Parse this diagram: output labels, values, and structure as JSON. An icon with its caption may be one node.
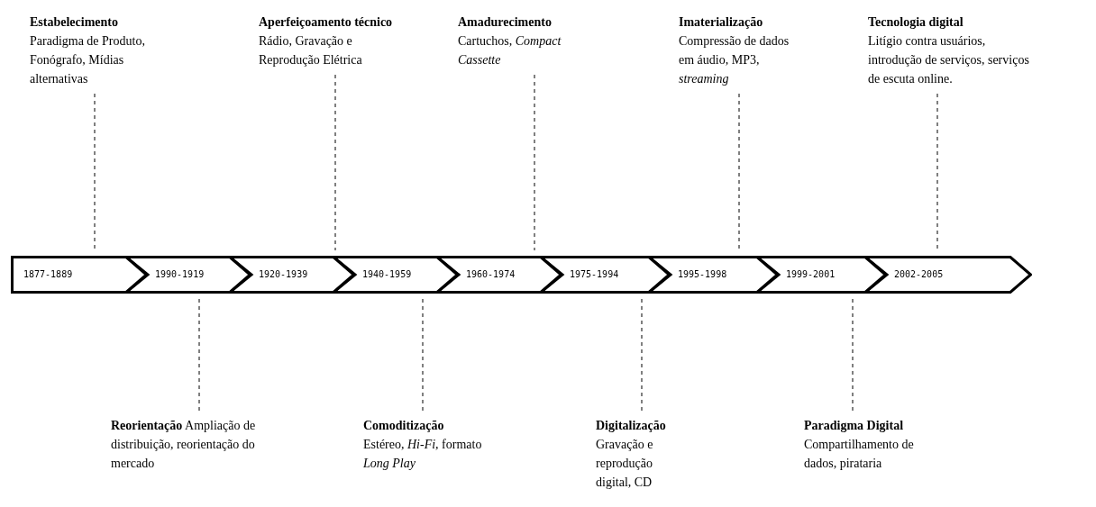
{
  "diagram": {
    "nodes": [
      {
        "text": [
          "1877-1889"
        ]
      },
      {
        "text": [
          "1990-1919"
        ]
      },
      {
        "text": [
          "1920-1939"
        ]
      },
      {
        "text": [
          "1940-1959"
        ]
      },
      {
        "text": [
          "1960-1974"
        ]
      },
      {
        "text": [
          "1975-1994"
        ]
      },
      {
        "text": [
          "1995-1998"
        ]
      },
      {
        "text": [
          "1999-2001"
        ]
      },
      {
        "text": [
          "2002-2005"
        ]
      },
      {
        "text": [
          "Estabelecimento",
          "Paradigma de Produto, Fonógrafo, Mídias alternativas"
        ]
      },
      {
        "text": [
          "**Reorientação** Ampliação de distribuição, reorientação do mercado"
        ]
      },
      {
        "text": [
          "Aperfeiçoamento técnico",
          "Rádio, Gravação e Reprodução Elétrica"
        ]
      },
      {
        "text": [
          "Comoditização",
          "Estéreo, *Hi-Fi*, formato *Long Play*"
        ]
      },
      {
        "text": [
          "Amadurecimento",
          "Cartuchos, *Compact Cassette*"
        ]
      },
      {
        "text": [
          "Digitalização",
          "Gravação e reprodução digital, CD"
        ]
      },
      {
        "text": [
          "Imaterialização",
          "Compressão de dados em áudio, MP3, *streaming*"
        ]
      },
      {
        "text": [
          "Paradigma Digital",
          "Compartilhamento de dados, pirataria"
        ]
      },
      {
        "text": [
          "Tecnologia digital",
          "Litígio contra usuários, introdução de serviços, serviços de escuta online."
        ]
      }
    ],
    "edges": [
      {
        "from": 9,
        "to": 0,
        "arrow": "none",
        "style": "dashed"
      },
      {
        "from": 10,
        "to": 1,
        "arrow": "none",
        "style": "dashed"
      },
      {
        "from": 11,
        "to": 2,
        "arrow": "none",
        "style": "dashed"
      },
      {
        "from": 12,
        "to": 3,
        "arrow": "none",
        "style": "dashed"
      },
      {
        "from": 13,
        "to": 4,
        "arrow": "none",
        "style": "dashed"
      },
      {
        "from": 14,
        "to": 5,
        "arrow": "none",
        "style": "dashed"
      },
      {
        "from": 15,
        "to": 6,
        "arrow": "none",
        "style": "dashed"
      },
      {
        "from": 16,
        "to": 7,
        "arrow": "none",
        "style": "dashed"
      },
      {
        "from": 17,
        "to": 8,
        "arrow": "none",
        "style": "dashed"
      }
    ]
  }
}
